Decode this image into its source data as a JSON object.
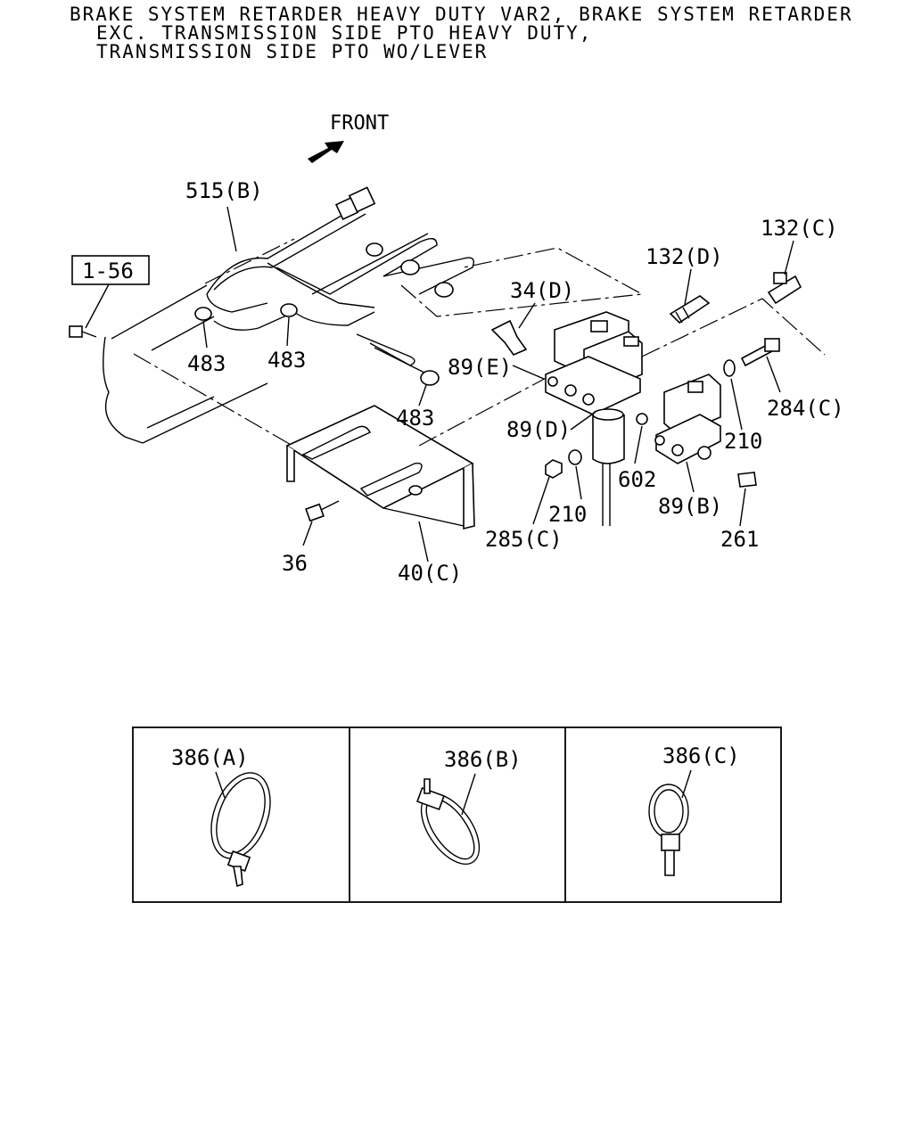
{
  "title": {
    "line1": "BRAKE SYSTEM RETARDER HEAVY DUTY VAR2, BRAKE SYSTEM RETARDER",
    "line2": "EXC. TRANSMISSION SIDE PTO HEAVY DUTY,",
    "line3": "TRANSMISSION SIDE PTO WO/LEVER"
  },
  "front_label": "FRONT",
  "reference_box": "1-56",
  "callouts": {
    "c515b": "515(B)",
    "c483a": "483",
    "c483b": "483",
    "c483c": "483",
    "c34d": "34(D)",
    "c132d": "132(D)",
    "c132c": "132(C)",
    "c89e": "89(E)",
    "c89d": "89(D)",
    "c284c": "284(C)",
    "c210a": "210",
    "c210b": "210",
    "c602": "602",
    "c89b": "89(B)",
    "c285c": "285(C)",
    "c261": "261",
    "c36": "36",
    "c40c": "40(C)"
  },
  "clip_panels": [
    {
      "label": "386(A)"
    },
    {
      "label": "386(B)"
    },
    {
      "label": "386(C)"
    }
  ]
}
